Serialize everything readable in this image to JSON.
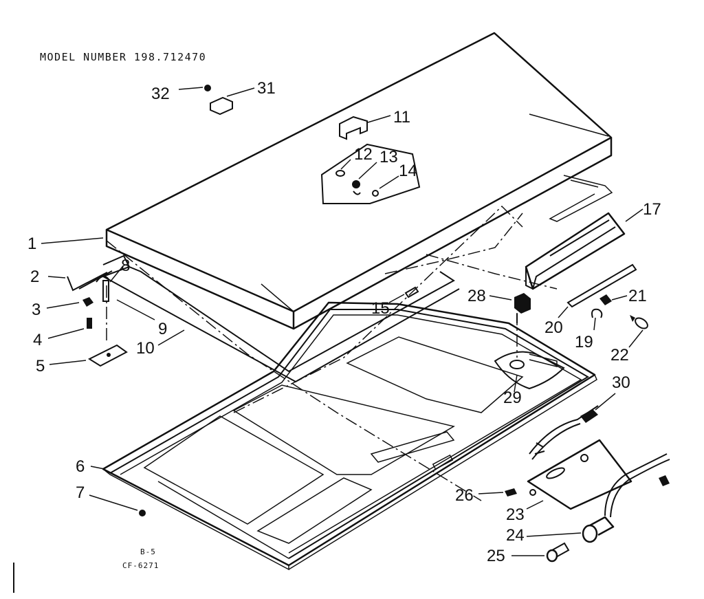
{
  "header": {
    "model_label": "MODEL NUMBER 198.712470"
  },
  "footer": {
    "code1": "B-5",
    "code2": "CF-6271"
  },
  "callouts": [
    "1",
    "2",
    "3",
    "4",
    "5",
    "6",
    "7",
    "8",
    "9",
    "10",
    "11",
    "12",
    "13",
    "14",
    "15",
    "17",
    "19",
    "20",
    "21",
    "22",
    "23",
    "24",
    "25",
    "26",
    "28",
    "29",
    "30",
    "31",
    "32"
  ]
}
